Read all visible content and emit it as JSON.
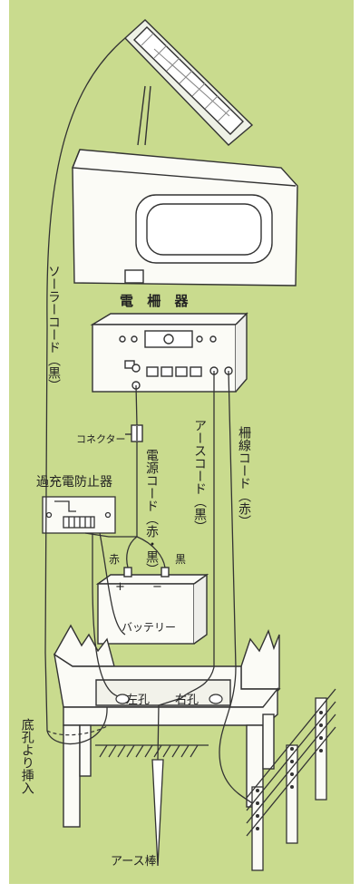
{
  "background_color": "#c9db8e",
  "labels": {
    "device": "電 柵 器",
    "solar_cord": "ソーラーコード（黒）",
    "connector": "コネクター",
    "power_cord": "電源コード（赤・黒）",
    "earth_cord": "アースコード（黒）",
    "fence_cord": "柵線コード（赤）",
    "overcharge_protector": "過充電防止器",
    "red": "赤",
    "black": "黒",
    "plus": "+",
    "minus": "−",
    "battery": "バッテリー",
    "left_hole": "左孔",
    "right_hole": "右孔",
    "bottom_hole_insert": "底孔より挿入",
    "earth_rod": "アース棒"
  }
}
